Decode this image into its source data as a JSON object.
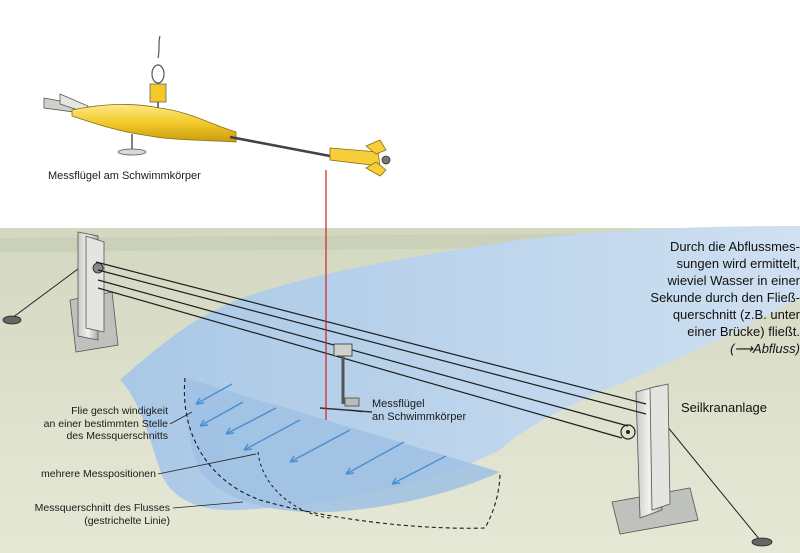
{
  "top_caption": "Messflügel am Schwimmkörper",
  "labels": {
    "velocity": [
      "Flie gesch windigkeit",
      "an einer bestimmten Stelle",
      "des Messquerschnitts"
    ],
    "positions": "mehrere Messpositionen",
    "cross_section": [
      "Messquerschnitt des Flusses",
      "(gestrichelte Linie)"
    ],
    "meter": [
      "Messflügel",
      "an Schwimmkörper"
    ],
    "crane": "Seilkrananlage"
  },
  "description": {
    "lines": [
      "Durch die Abflussmes-",
      "sungen wird ermittelt,",
      "wieviel Wasser in einer",
      "Sekunde durch den Fließ-",
      "querschnitt (z.B. unter",
      "einer Brücke) fließt."
    ],
    "ref": "(⟶Abfluss)"
  },
  "colors": {
    "ground": "#d9dcc6",
    "river": "#b9d3ec",
    "arrows": "#4a8fd2",
    "plumb_line": "#d42020",
    "float_body": "#f2c928"
  }
}
